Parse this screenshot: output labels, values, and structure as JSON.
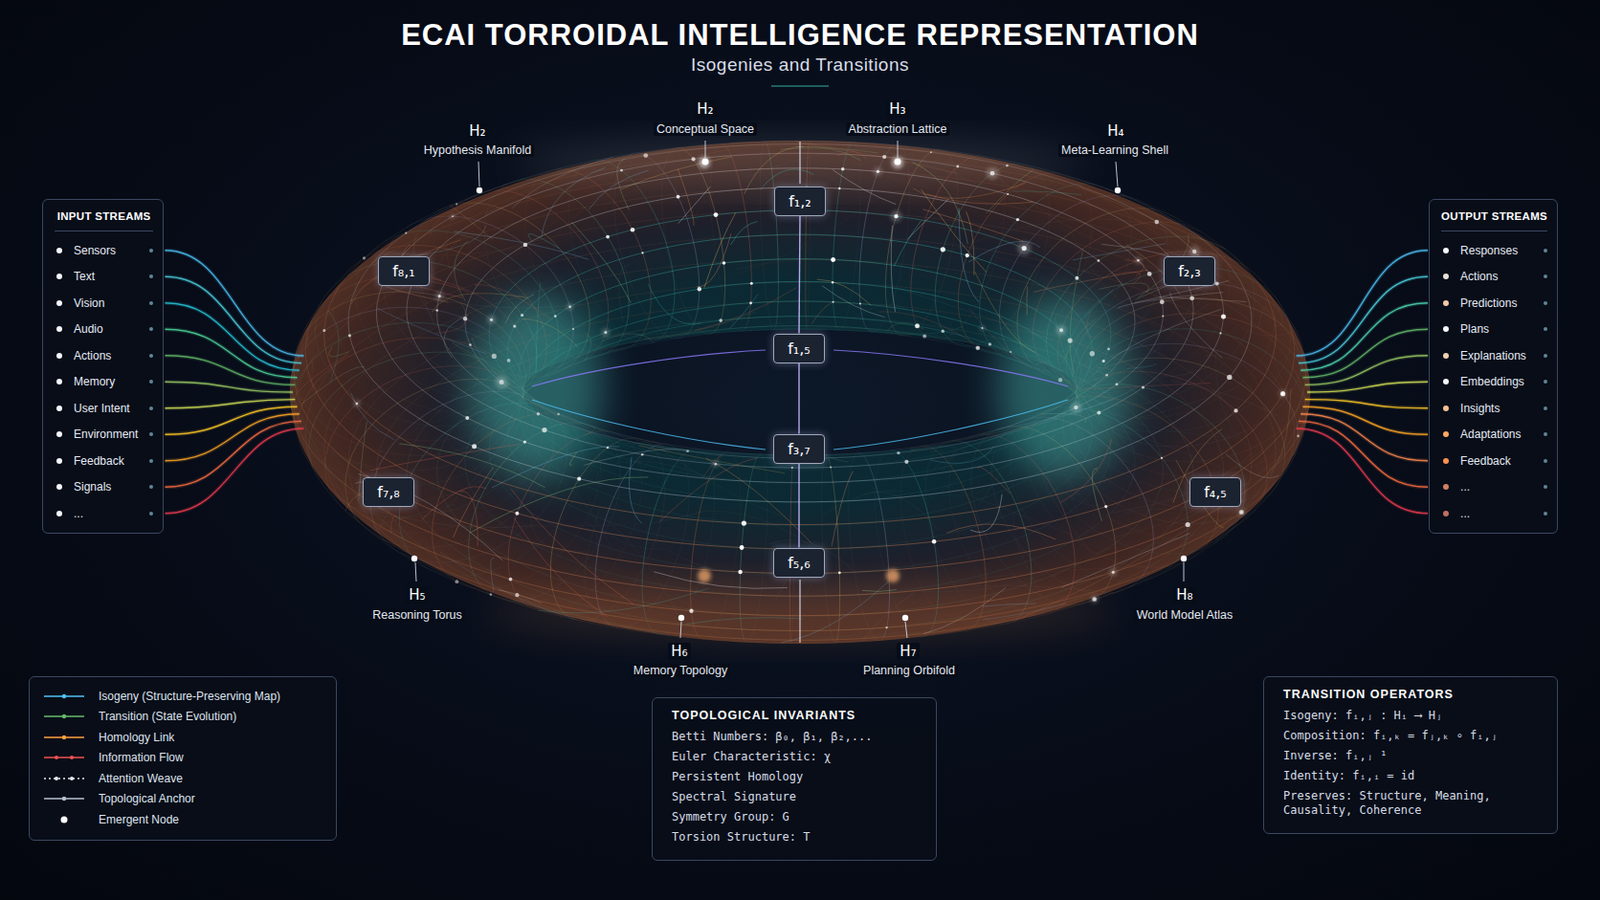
{
  "diagram": {
    "title": "ECAI TORROIDAL INTELLIGENCE REPRESENTATION",
    "nodes": [
      {
        "text": [
          "INPUT STREAMS",
          "Sensors",
          "Text",
          "Vision",
          "Audio",
          "Actions",
          "Memory",
          "User Intent",
          "Environment",
          "Feedback",
          "Signals",
          "..."
        ]
      },
      {
        "text": [
          "OUTPUT STREAMS",
          "Responses",
          "Actions",
          "Predictions",
          "Plans",
          "Explanations",
          "Embeddings",
          "Insights",
          "Adaptations",
          "Feedback",
          "...",
          "..."
        ]
      },
      {
        "text": [
          "f₁,₂"
        ]
      },
      {
        "text": [
          "f₈,₁"
        ]
      },
      {
        "text": [
          "f₂,₃"
        ]
      },
      {
        "text": [
          "f₁,₅"
        ]
      },
      {
        "text": [
          "f₃,₇"
        ]
      },
      {
        "text": [
          "f₇,₈"
        ]
      },
      {
        "text": [
          "f₄,₅"
        ]
      },
      {
        "text": [
          "f₅,₆"
        ]
      },
      {
        "text": [
          "TOPOLOGICAL INVARIANTS",
          "Betti Numbers: β₀, β₁, β₂,...",
          "Euler Characteristic: χ",
          "Persistent Homology",
          "Spectral Signature",
          "Symmetry Group: G",
          "Torsion Structure: T"
        ]
      },
      {
        "text": [
          "TRANSITION OPERATORS",
          "Isogeny: fᵢ,ⱼ : Hᵢ ⟶ Hⱼ",
          "Composition: fᵢ,ₖ = fⱼ,ₖ ∘ fᵢ,ⱼ",
          "Inverse: fᵢ,ⱼ ¹",
          "Identity: fᵢ,ᵢ = id",
          "Preserves: Structure, Meaning, Causality, Coherence"
        ]
      }
    ],
    "edges": [
      {
        "from": 2,
        "to": 5,
        "arrow": "none"
      },
      {
        "from": 5,
        "to": 6,
        "arrow": "none"
      },
      {
        "from": 6,
        "to": 9,
        "arrow": "none"
      }
    ],
    "labels": [
      "Isogenies and Transitions",
      "H₂",
      "Hypothesis Manifold",
      "H₂",
      "Conceptual Space",
      "H₃",
      "Abstraction Lattice",
      "H₄",
      "Meta-Learning Shell",
      "H₅",
      "Reasoning Torus",
      "H₆",
      "Memory Topology",
      "H₇",
      "Planning Orbifold",
      "H₈",
      "World Model Atlas"
    ],
    "legend": [
      {
        "text": "Isogeny (Structure-Preserving Map)"
      },
      {
        "text": "Transition (State Evolution)"
      },
      {
        "text": "Homology Link"
      },
      {
        "text": "Information Flow"
      },
      {
        "text": "Attention Weave"
      },
      {
        "text": "Topological Anchor"
      },
      {
        "text": "Emergent Node"
      }
    ]
  }
}
